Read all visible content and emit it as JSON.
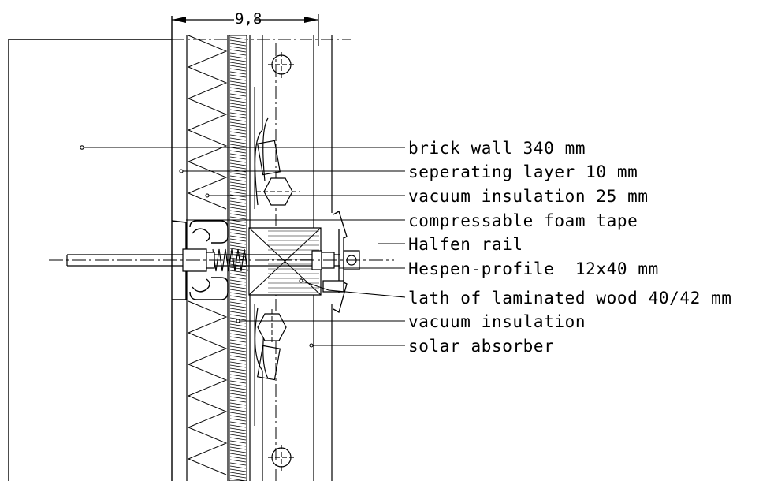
{
  "dimension": {
    "value": "9,8"
  },
  "labels": [
    {
      "key": "brick_wall",
      "text": "brick wall 340 mm"
    },
    {
      "key": "separating_layer",
      "text": "seperating layer 10 mm"
    },
    {
      "key": "vacuum_insulation_25",
      "text": "vacuum insulation 25 mm"
    },
    {
      "key": "foam_tape",
      "text": "compressable foam tape"
    },
    {
      "key": "halfen_rail",
      "text": "Halfen rail"
    },
    {
      "key": "hespen_profile",
      "text": "Hespen-profile  12x40 mm"
    },
    {
      "key": "lath",
      "text": "lath of laminated wood 40/42 mm"
    },
    {
      "key": "vacuum_insulation",
      "text": "vacuum insulation"
    },
    {
      "key": "solar_absorber",
      "text": "solar absorber"
    }
  ]
}
